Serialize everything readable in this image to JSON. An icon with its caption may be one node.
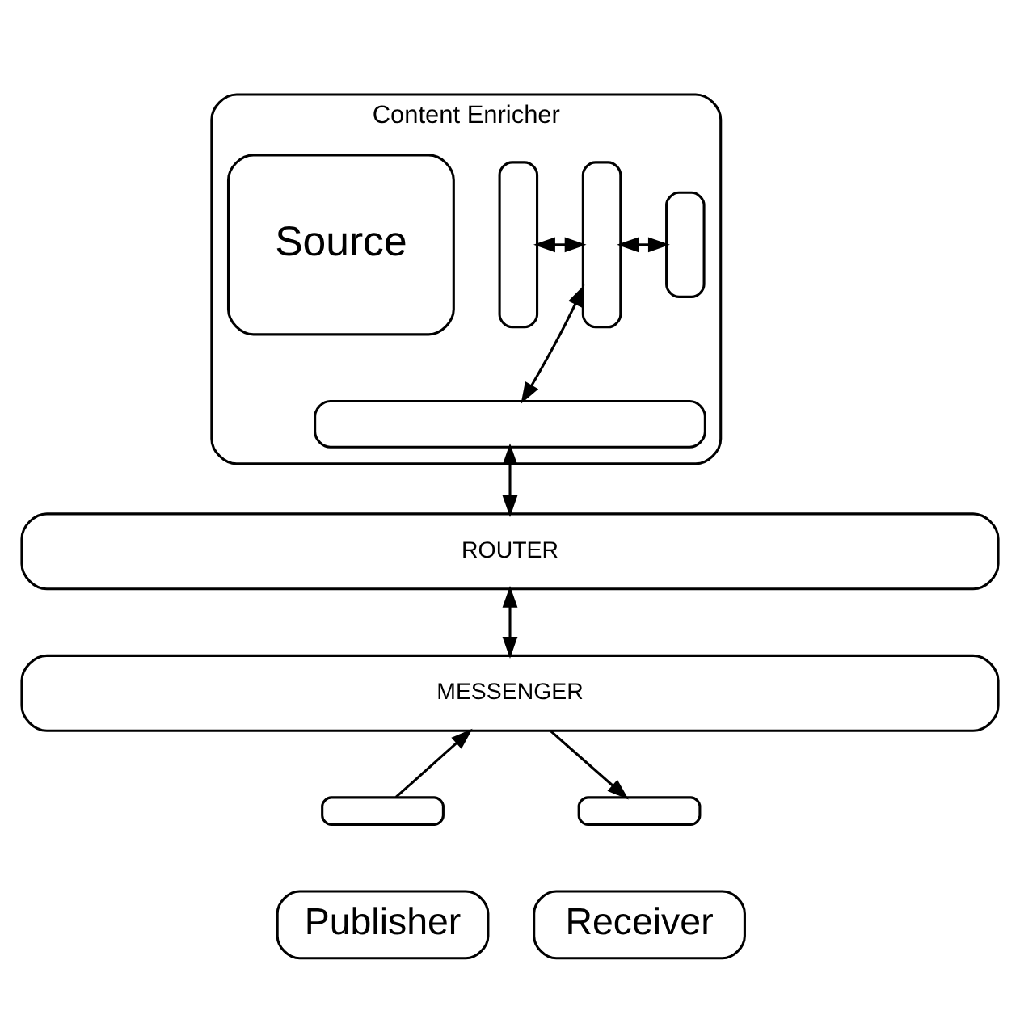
{
  "diagram": {
    "nodes": [
      {
        "text": [
          "Content Enricher"
        ]
      },
      {
        "text": [],
        "shape": "bar",
        "in": 0
      },
      {
        "text": [],
        "shape": "bar",
        "in": 0
      },
      {
        "text": [
          "Source"
        ],
        "in": 0
      },
      {
        "text": [],
        "shape": "bar",
        "in": 0
      },
      {
        "text": [],
        "shape": "bar",
        "in": 0
      },
      {
        "text": [
          "ROUTER"
        ]
      },
      {
        "text": [
          "MESSENGER"
        ]
      },
      {
        "text": [
          "Publisher"
        ]
      },
      {
        "text": [],
        "shape": "bar"
      },
      {
        "text": [
          "Receiver"
        ]
      },
      {
        "text": [],
        "shape": "bar"
      }
    ],
    "edges": [
      {
        "from": 1,
        "to": 2,
        "arrow": "both"
      },
      {
        "from": 2,
        "to": 4,
        "arrow": "both"
      },
      {
        "from": 2,
        "to": 5,
        "arrow": "both"
      },
      {
        "from": 5,
        "to": 6,
        "arrow": "both"
      },
      {
        "from": 6,
        "to": 7,
        "arrow": "both"
      },
      {
        "from": 9,
        "to": 7,
        "arrow": "to"
      },
      {
        "from": 7,
        "to": 11,
        "arrow": "to"
      }
    ]
  }
}
